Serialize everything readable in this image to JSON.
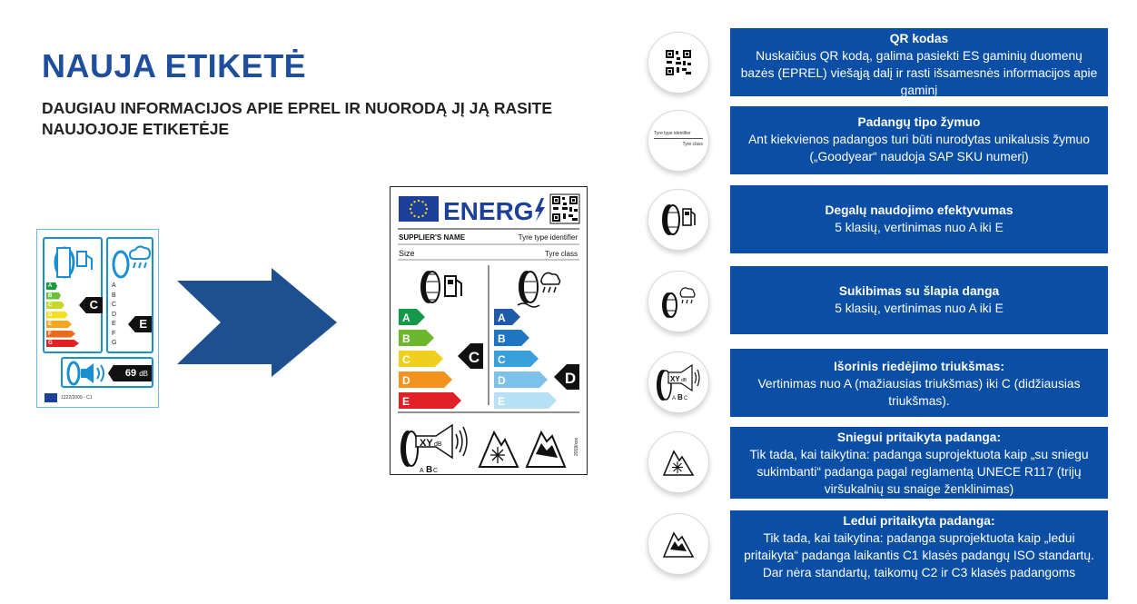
{
  "slide": {
    "title": "NAUJA ETIKETĖ",
    "subtitle": "DAUGIAU INFORMACIJOS APIE EPREL IR NUORODĄ JĮ JĄ RASITE NAUJOJOJE ETIKETĖJE"
  },
  "old_label": {
    "rating_letters": [
      "A",
      "B",
      "C",
      "D",
      "E",
      "F",
      "G"
    ],
    "fuel_class": "C",
    "wet_class": "E",
    "noise_value": "69",
    "noise_unit": "dB",
    "footnote": "1222/2009 - C1",
    "fuel_bar_colors": [
      "#1a9a3a",
      "#6cbf3a",
      "#c6d82e",
      "#f4e01e",
      "#f6a51e",
      "#ea6a1e",
      "#e22222"
    ]
  },
  "new_label": {
    "energy_word": "ENERG",
    "supplier_name": "SUPPLIER'S NAME",
    "tyre_type_identifier": "Tyre type identifier",
    "size": "Size",
    "tyre_class": "Tyre class",
    "fuel_letters": [
      "A",
      "B",
      "C",
      "D",
      "E"
    ],
    "fuel_class": "C",
    "wet_letters": [
      "A",
      "B",
      "C",
      "D",
      "E"
    ],
    "wet_class": "D",
    "noise_xy": "XY",
    "noise_unit": "dB",
    "noise_classes": [
      "A",
      "B",
      "C"
    ],
    "regulation_ref": "2019/xxx",
    "fuel_colors": [
      "#14994a",
      "#6db72e",
      "#f0d01e",
      "#f3931e",
      "#e11f26"
    ],
    "wet_colors": [
      "#1f5aa8",
      "#1f75c4",
      "#3aa0dc",
      "#7cc2ea",
      "#b8e0f5"
    ]
  },
  "circle_icons": {
    "tyre_type": {
      "line1": "Tyre type identifier",
      "line2": "Tyre class"
    },
    "noise": {
      "xy": "XY",
      "unit": "dB",
      "classes": [
        "A",
        "B",
        "C"
      ]
    }
  },
  "cards": [
    {
      "title": "QR kodas",
      "body": "Nuskaičius QR kodą, galima pasiekti ES gaminių duomenų bazės (EPREL) viešąją dalį ir rasti išsamesnės informacijos apie gaminį"
    },
    {
      "title": "Padangų tipo žymuo",
      "body": "Ant kiekvienos padangos turi būti nurodytas unikalusis žymuo („Goodyear“ naudoja SAP SKU numerį)"
    },
    {
      "title": "Degalų naudojimo efektyvumas",
      "body": "5 klasių, vertinimas nuo A iki E"
    },
    {
      "title": "Sukibimas su šlapia danga",
      "body": "5 klasių, vertinimas nuo A iki E"
    },
    {
      "title": "Išorinis riedėjimo triukšmas:",
      "body": "Vertinimas nuo A (mažiausias triukšmas) iki C (didžiausias triukšmas)."
    },
    {
      "title": "Sniegui pritaikyta padanga:",
      "body": "Tik tada, kai taikytina: padanga suprojektuota kaip „su sniegu sukimbanti“ padanga pagal reglamentą UNECE R117 (trijų viršukalnių su snaige ženklinimas)"
    },
    {
      "title": "Ledui pritaikyta padanga:",
      "body": "Tik tada, kai taikytina: padanga suprojektuota kaip „ledui pritaikyta“ padanga laikantis C1 klasės padangų ISO standartų. Dar nėra standartų, taikomų C2 ir C3 klasės padangoms"
    }
  ],
  "colors": {
    "brand_blue": "#0a4ea6",
    "title_blue": "#1f4e9c",
    "arrow_blue": "#1d4f91"
  }
}
